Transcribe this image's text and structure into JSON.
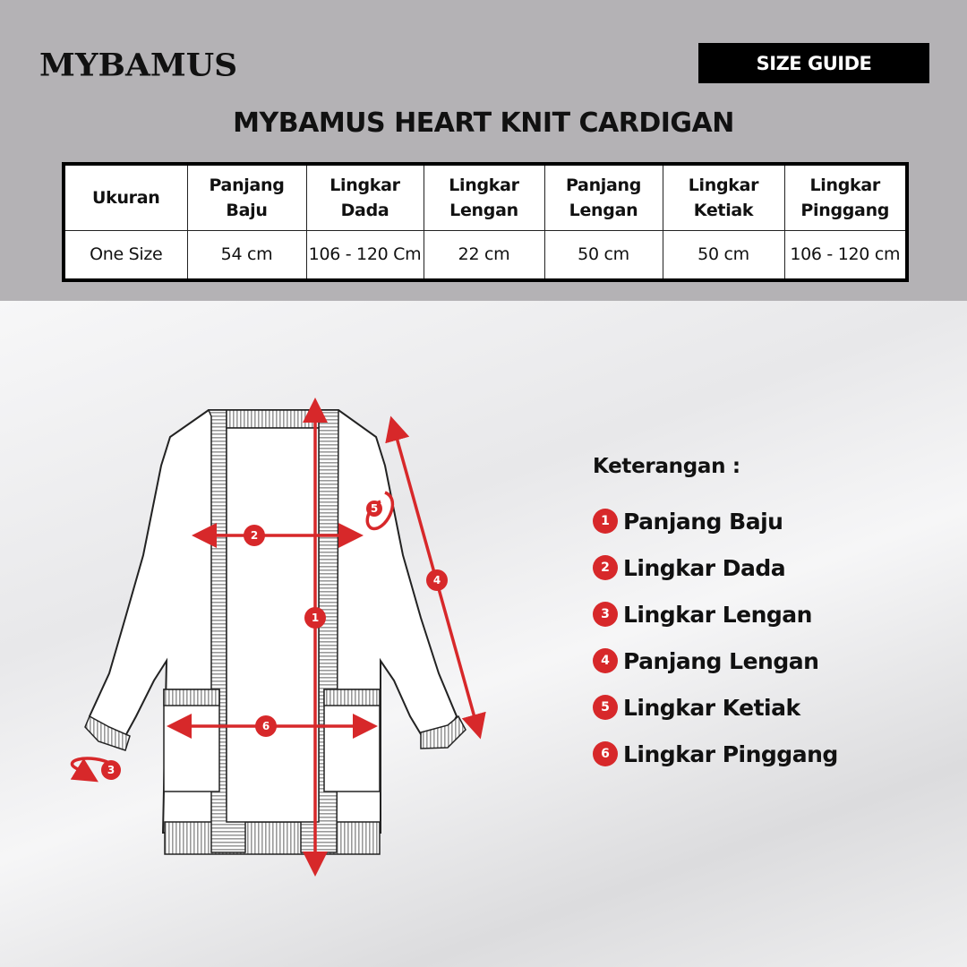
{
  "header": {
    "brand": "MYBAMUS",
    "badge_label": "SIZE GUIDE",
    "title": "MYBAMUS HEART KNIT CARDIGAN"
  },
  "size_table": {
    "columns": [
      {
        "line1": "Ukuran",
        "line2": ""
      },
      {
        "line1": "Panjang",
        "line2": "Baju"
      },
      {
        "line1": "Lingkar",
        "line2": "Dada"
      },
      {
        "line1": "Lingkar",
        "line2": "Lengan"
      },
      {
        "line1": "Panjang",
        "line2": "Lengan"
      },
      {
        "line1": "Lingkar",
        "line2": "Ketiak"
      },
      {
        "line1": "Lingkar",
        "line2": "Pinggang"
      }
    ],
    "rows": [
      [
        "One Size",
        "54 cm",
        "106 - 120 Cm",
        "22 cm",
        "50 cm",
        "50 cm",
        "106 - 120 cm"
      ]
    ]
  },
  "diagram": {
    "markers": [
      "1",
      "2",
      "3",
      "4",
      "5",
      "6"
    ],
    "accent_color": "#d7282a"
  },
  "legend": {
    "title": "Keterangan :",
    "items": [
      {
        "num": "1",
        "label": "Panjang Baju"
      },
      {
        "num": "2",
        "label": "Lingkar Dada"
      },
      {
        "num": "3",
        "label": "Lingkar Lengan"
      },
      {
        "num": "4",
        "label": "Panjang Lengan"
      },
      {
        "num": "5",
        "label": "Lingkar Ketiak"
      },
      {
        "num": "6",
        "label": "Lingkar Pinggang"
      }
    ]
  }
}
